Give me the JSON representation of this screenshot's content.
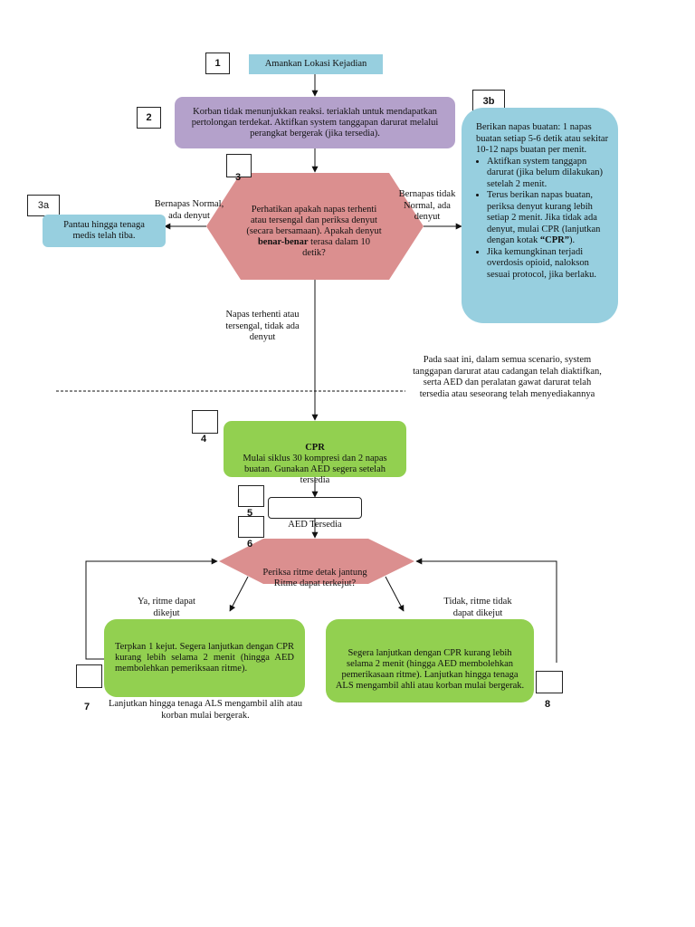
{
  "colors": {
    "blue": "#97CFDF",
    "purple": "#B4A1CB",
    "pink": "#DB8F8F",
    "green": "#92D050"
  },
  "numbers": {
    "n1": "1",
    "n2": "2",
    "n3": "3",
    "n3a": "3a",
    "n3b": "3b",
    "n4": "4",
    "n5": "5",
    "n6": "6",
    "n7": "7",
    "n8": "8"
  },
  "nodes": {
    "secure": "Amankan Lokasi Kejadian",
    "check_response": "Korban tidak menunjukkan reaksi. teriaklah untuk mendapatkan pertolongan terdekat. Aktifkan system tanggapan darurat melalui perangkat bergerak (jika tersedia).",
    "check_breath_pre": "Perhatikan apakah napas terhenti atau tersengal dan periksa denyut (secara bersamaan). Apakah denyut ",
    "check_breath_bold": "benar-benar",
    "check_breath_post": " terasa dalam 10 detik?",
    "monitor": "Pantau hingga tenaga medis telah tiba.",
    "rescue_intro": "Berikan napas buatan: 1 napas buatan setiap 5-6 detik atau sekitar 10-12 naps buatan per menit.",
    "rescue_b1": "Aktifkan system tanggapn darurat (jika belum dilakukan) setelah 2 menit.",
    "rescue_b2_pre": "Terus berikan napas buatan, periksa denyut kurang lebih setiap 2 menit. Jika tidak ada denyut, mulai CPR (lanjutkan dengan kotak ",
    "rescue_b2_bold": "“CPR”",
    "rescue_b2_post": ").",
    "rescue_b3": "Jika kemungkinan terjadi overdosis opioid, nalokson sesuai protocol, jika berlaku.",
    "cpr_title": "CPR",
    "cpr_body": "Mulai siklus 30 kompresi dan 2 napas buatan. Gunakan AED segera setelah tersedia",
    "aed_available": "AED Tersedia",
    "check_rhythm": "Periksa ritme detak jantung Ritme dapat terkejut?",
    "shock": "Terpkan 1 kejut. Segera lanjutkan dengan CPR kurang lebih selama 2 menit (hingga AED membolehkan pemeriksaan ritme).",
    "shock_note": "Lanjutkan hingga tenaga ALS mengambil alih atau korban mulai bergerak.",
    "no_shock": "Segera lanjutkan dengan CPR kurang lebih selama 2 menit (hingga AED membolehkan pemerikasaan ritme). Lanjutkan hingga tenaga ALS mengambil ahli atau korban mulai bergerak."
  },
  "labels": {
    "normal_pulse": "Bernapas Normal, ada denyut",
    "abnormal_pulse": "Bernapas tidak Normal, ada denyut",
    "no_breath": "Napas terhenti atau tersengal, tidak ada denyut",
    "scenario_note": "Pada saat ini, dalam semua scenario, system tanggapan darurat atau cadangan telah diaktifkan, serta AED dan peralatan gawat darurat telah tersedia atau seseorang telah menyediakannya",
    "yes_shock": "Ya, ritme dapat dikejut",
    "no_shock": "Tidak, ritme tidak dapat dikejut"
  }
}
